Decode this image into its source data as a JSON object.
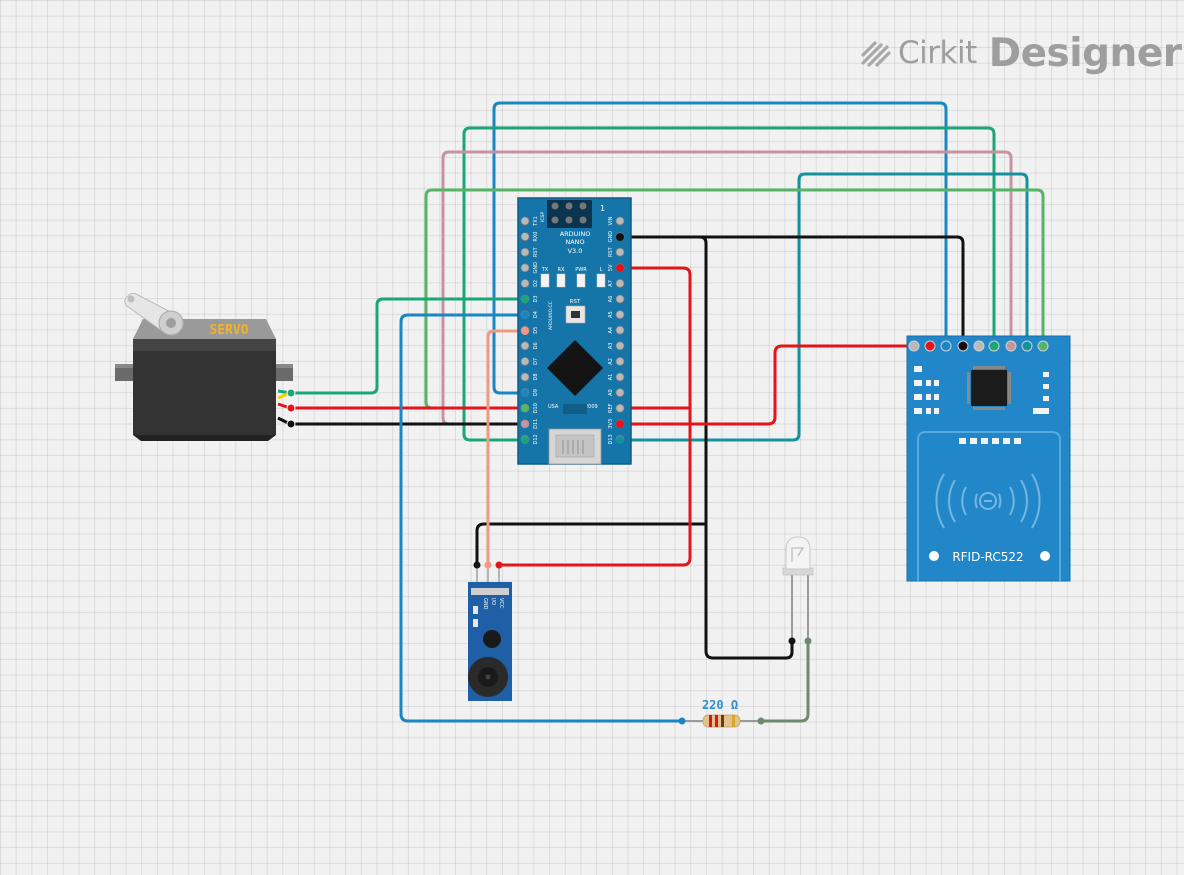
{
  "brand": {
    "name_light": "Cirkit",
    "name_bold": "Designer"
  },
  "components": {
    "servo": {
      "label": "SERVO"
    },
    "arduino": {
      "title_line1": "ARDUINO",
      "title_line2": "NANO",
      "title_line3": "V3.0",
      "header_number": "1",
      "icsp_label": "ICSP",
      "left_pins": [
        "TX1",
        "RX0",
        "RST",
        "GND",
        "D2",
        "D3",
        "D4",
        "D5",
        "D6",
        "D7",
        "D8",
        "D9",
        "D10",
        "D11",
        "D12"
      ],
      "right_pins": [
        "VIN",
        "GND",
        "RST",
        "5V",
        "A7",
        "A6",
        "A5",
        "A4",
        "A3",
        "A2",
        "A1",
        "A0",
        "REF",
        "3V3",
        "D13"
      ],
      "led_labels": [
        "TX",
        "RX",
        "PWR",
        "L"
      ],
      "reset_label": "RST",
      "side_label": "ARDUINO.CC",
      "usa_label": "USA",
      "year_label": "2009"
    },
    "rfid": {
      "label": "RFID-RC522"
    },
    "buzzer": {
      "pins": [
        "GND",
        "I/O",
        "VCC"
      ]
    },
    "resistor": {
      "label": "220 Ω"
    }
  },
  "wire_colors": {
    "black": "#111111",
    "red": "#e3151b",
    "green": "#1aa678",
    "blue": "#1a86c2",
    "teal": "#13929e",
    "pink": "#c6949e",
    "lightgreen": "#56b46a",
    "salmon": "#ef9a84",
    "olive": "#6e8a6c"
  }
}
